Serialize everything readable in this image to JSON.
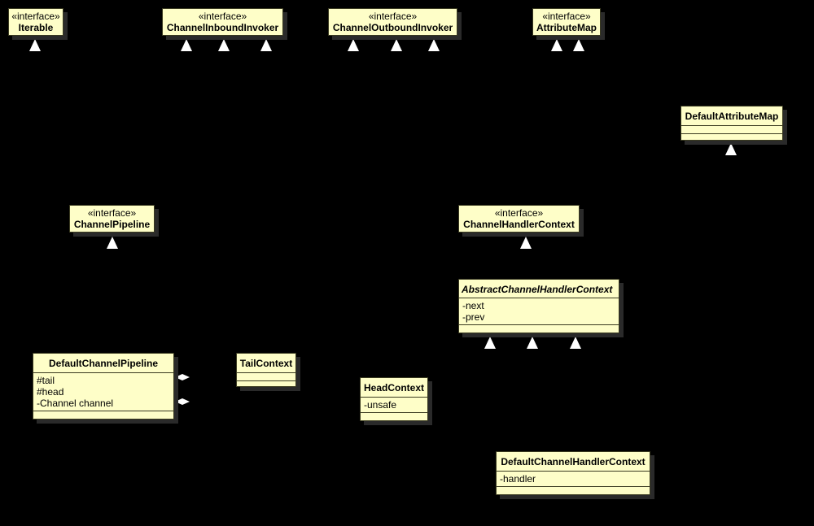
{
  "diagram": {
    "stereotype": "«interface»",
    "classes": {
      "iterable": {
        "name": "Iterable"
      },
      "inbound_invoker": {
        "name": "ChannelInboundInvoker"
      },
      "outbound_invoker": {
        "name": "ChannelOutboundInvoker"
      },
      "attribute_map": {
        "name": "AttributeMap"
      },
      "default_attribute_map": {
        "name": "DefaultAttributeMap"
      },
      "channel_pipeline": {
        "name": "ChannelPipeline"
      },
      "channel_handler_context": {
        "name": "ChannelHandlerContext"
      },
      "abstract_context": {
        "name": "AbstractChannelHandlerContext",
        "attrs": [
          "-next",
          "-prev"
        ]
      },
      "default_pipeline": {
        "name": "DefaultChannelPipeline",
        "attrs": [
          "#tail",
          "#head",
          "-Channel channel"
        ]
      },
      "tail_context": {
        "name": "TailContext"
      },
      "head_context": {
        "name": "HeadContext",
        "attrs": [
          "-unsafe"
        ]
      },
      "default_context": {
        "name": "DefaultChannelHandlerContext",
        "attrs": [
          "-handler"
        ]
      }
    }
  }
}
